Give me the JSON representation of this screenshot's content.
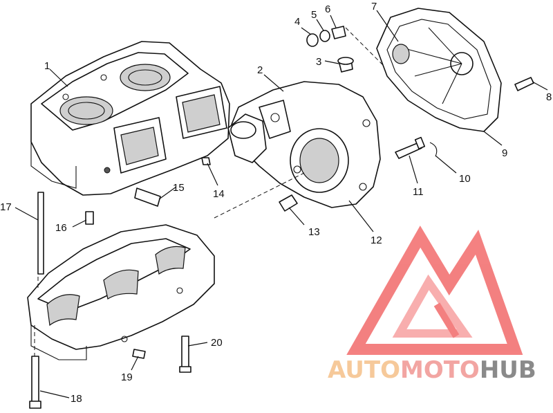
{
  "callouts": [
    "1",
    "2",
    "3",
    "4",
    "5",
    "6",
    "7",
    "8",
    "9",
    "10",
    "11",
    "12",
    "13",
    "14",
    "15",
    "16",
    "17",
    "18",
    "19",
    "20"
  ],
  "watermark": {
    "part1": "AUTO",
    "part2": "MOTO",
    "part3": "HUB",
    "color1": "#f6c99a",
    "color2": "#f2a5a2",
    "color3": "#8a8a8a",
    "logo_color": "#f26b6b"
  }
}
